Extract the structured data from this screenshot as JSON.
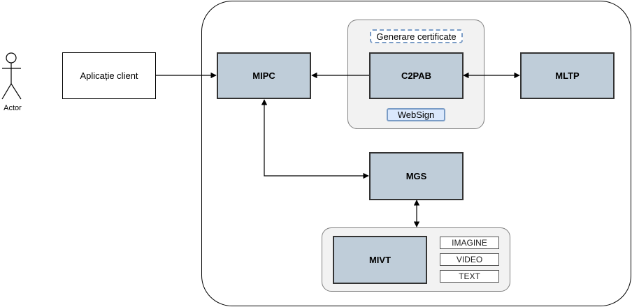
{
  "actor": {
    "label": "Actor"
  },
  "client_app": {
    "label": "Aplicație client"
  },
  "modules": {
    "mipc": "MIPC",
    "c2pab": "C2PAB",
    "mltp": "MLTP",
    "mgs": "MGS",
    "mivt": "MIVT"
  },
  "c2pab_group": {
    "generare_label": "Generare certificate",
    "websign_label": "WebSign"
  },
  "mivt_group": {
    "media_types": [
      "IMAGINE",
      "VIDEO",
      "TEXT"
    ]
  },
  "colors": {
    "module_fill": "#bfcdd9",
    "group_fill": "#f2f2f2",
    "tag_border": "#7a9cc6",
    "websign_fill": "#dae8fc"
  }
}
